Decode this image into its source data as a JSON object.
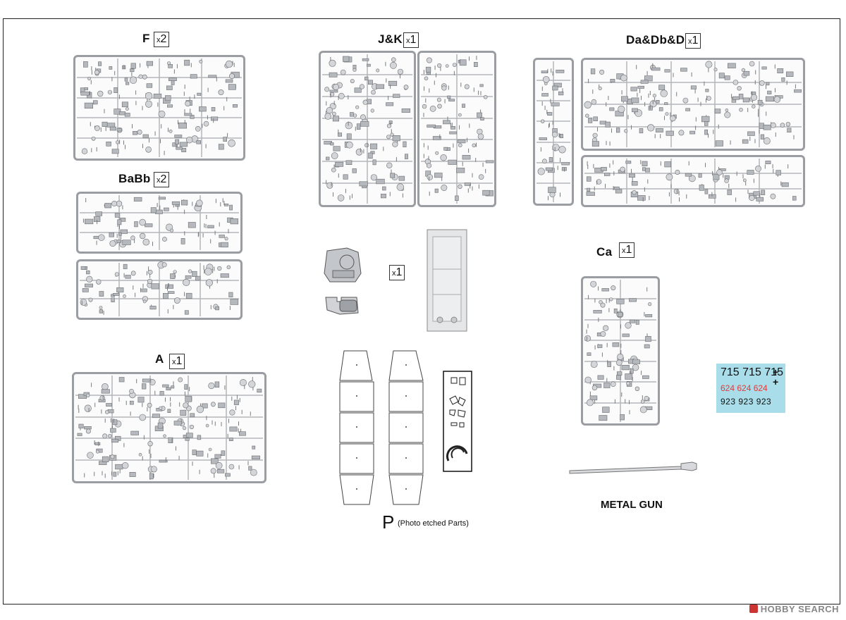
{
  "sheet": {
    "sprues": [
      {
        "name": "F",
        "count_prefix": "x",
        "count": "2"
      },
      {
        "name": "J&K",
        "count_prefix": "x",
        "count": "1"
      },
      {
        "name": "Da&Db&Dc",
        "count_prefix": "x",
        "count": "1"
      },
      {
        "name": "BaBb",
        "count_prefix": "x",
        "count": "2"
      },
      {
        "name": "Ca",
        "count_prefix": "x",
        "count": "1"
      },
      {
        "name": "A",
        "count_prefix": "x",
        "count": "1"
      }
    ],
    "hull_count_prefix": "x",
    "hull_count": "1",
    "photo_etch": {
      "letter": "P",
      "note": "(Photo etched Parts)"
    },
    "metal_gun": "METAL GUN",
    "decals": {
      "row1": "715 715 715",
      "row2": "624 624 624",
      "row3": "923 923 923",
      "cross": "+",
      "row2_color": "#e23a3a"
    }
  },
  "watermark": "HOBBY SEARCH",
  "colors": {
    "sprue_frame": "#9a9da2",
    "decal_bg": "#a8dde9",
    "part_gray": "#b5b8bc"
  }
}
